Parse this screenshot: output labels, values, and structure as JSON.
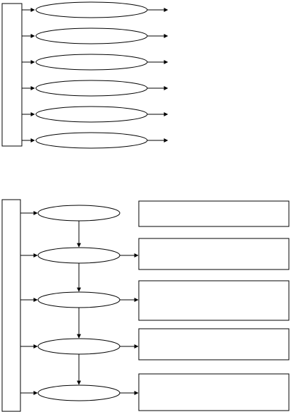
{
  "diagrams": [
    {
      "kind": "fan-out",
      "ellipse_count": 6,
      "ellipse_labels": [
        "",
        "",
        "",
        "",
        "",
        ""
      ],
      "outputs": [
        "",
        "",
        "",
        "",
        "",
        ""
      ]
    },
    {
      "kind": "chain-with-boxes",
      "ellipse_count": 5,
      "ellipse_labels": [
        "",
        "",
        "",
        "",
        ""
      ],
      "box_labels": [
        "",
        "",
        "",
        "",
        ""
      ]
    }
  ],
  "colors": {
    "stroke": "#000000",
    "fill": "#ffffff"
  }
}
